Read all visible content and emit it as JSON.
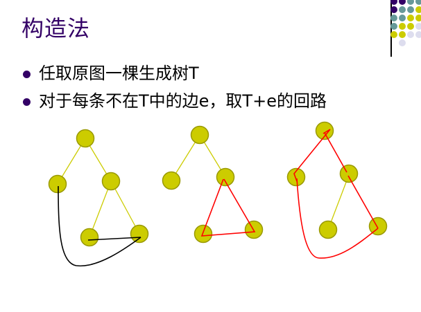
{
  "slide": {
    "title": "构造法",
    "bullets": [
      {
        "text": "任取原图一棵生成树T"
      },
      {
        "text": "对于每条不在T中的边e，取T+e的回路"
      }
    ]
  },
  "colors": {
    "title": "#330066",
    "bullet": "#330066",
    "node_fill": "#cccc00",
    "node_stroke": "#999900",
    "tree_edge": "#cccc00",
    "added_edge": "#000000",
    "cycle_edge": "#ff0000",
    "deco_purple": "#330066",
    "deco_teal": "#669999",
    "deco_yellow": "#cccc00",
    "deco_lavender": "#ddddee"
  },
  "diagrams": [
    {
      "name": "spanning-tree-with-non-tree-edges",
      "description": "tree with two black non-tree edges"
    },
    {
      "name": "cycle-of-first-edge",
      "description": "red triangle cycle"
    },
    {
      "name": "cycle-of-second-edge",
      "description": "red large cycle through root"
    }
  ]
}
